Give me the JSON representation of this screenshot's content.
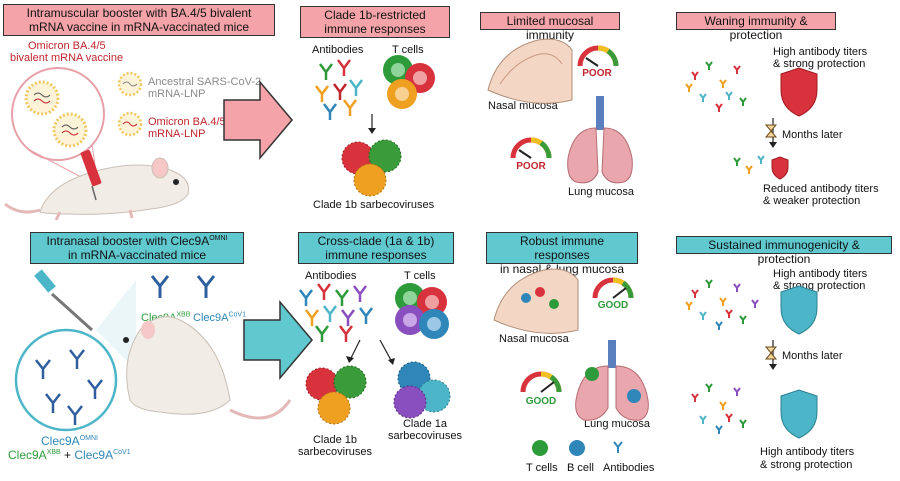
{
  "rows": [
    {
      "setup": {
        "title_line1": "Intramuscular booster with BA.4/5 bivalent",
        "title_line2": "mRNA vaccine in mRNA-vaccinated mice",
        "vaccine_label_line1": "Omicron BA.4/5",
        "vaccine_label_line2": "bivalent mRNA vaccine",
        "lnp_ancestral_line1": "Ancestral SARS-CoV-2",
        "lnp_ancestral_line2": "mRNA-LNP",
        "lnp_omicron_line1": "Omicron BA.4/5",
        "lnp_omicron_line2": "mRNA-LNP"
      },
      "responses": {
        "title_line1": "Clade 1b-restricted",
        "title_line2": "immune responses",
        "antibodies": "Antibodies",
        "t_cells": "T cells",
        "virus_label": "Clade 1b sarbecoviruses"
      },
      "mucosal": {
        "title": "Limited mucosal immunity",
        "nasal_label": "Nasal mucosa",
        "lung_label": "Lung mucosa",
        "gauge_nasal": "POOR",
        "gauge_lung": "POOR"
      },
      "protection": {
        "title": "Waning immunity & protection",
        "high_line1": "High antibody titers",
        "high_line2": "& strong protection",
        "months": "Months later",
        "low_line1": "Reduced antibody titers",
        "low_line2": "& weaker protection"
      }
    },
    {
      "setup": {
        "title_line1": "Intranasal booster with Clec9A",
        "title_sup": "OMNI",
        "title_line2": "in mRNA-vaccinated mice",
        "xbb_base": "Clec9A",
        "xbb_sup": "XBB",
        "cov1_base": "Clec9A",
        "cov1_sup": "CoV1",
        "omni_base": "Clec9A",
        "omni_sup": "OMNI",
        "combo_xbb": "Clec9A",
        "combo_xbb_sup": "XBB",
        "combo_plus": " + ",
        "combo_cov1": "Clec9A",
        "combo_cov1_sup": "CoV1"
      },
      "responses": {
        "title_line1": "Cross-clade (1a & 1b)",
        "title_line2": "immune responses",
        "antibodies": "Antibodies",
        "t_cells": "T cells",
        "clade1b_line1": "Clade 1b",
        "clade1b_line2": "sarbecoviruses",
        "clade1a_line1": "Clade 1a",
        "clade1a_line2": "sarbecoviruses"
      },
      "mucosal": {
        "title_line1": "Robust immune responses",
        "title_line2": "in nasal & lung mucosa",
        "nasal_label": "Nasal mucosa",
        "lung_label": "Lung mucosa",
        "gauge_nasal": "GOOD",
        "gauge_lung": "GOOD",
        "legend_t": "T cells",
        "legend_b": "B cell",
        "legend_ab": "Antibodies"
      },
      "protection": {
        "title": "Sustained immunogenicity & protection",
        "high_line1": "High antibody titers",
        "high_line2": "& strong protection",
        "months": "Months later",
        "high2_line1": "High antibody titers",
        "high2_line2": "& strong protection"
      }
    }
  ],
  "colors": {
    "pink_header": "#f4a3a8",
    "teal_header": "#5fc9cf",
    "poor_red": "#c0262d",
    "good_green": "#2e9b3b",
    "shield_red": "#d8323c",
    "shield_teal": "#4cb6c8"
  },
  "icons": [
    "mouse-icon",
    "syringe-icon",
    "lnp-icon",
    "antibody-icon",
    "t-cell-icon",
    "virus-icon",
    "gauge-icon",
    "lung-icon",
    "nose-icon",
    "shield-icon",
    "hourglass-icon",
    "pipette-icon",
    "arrow-icon"
  ]
}
